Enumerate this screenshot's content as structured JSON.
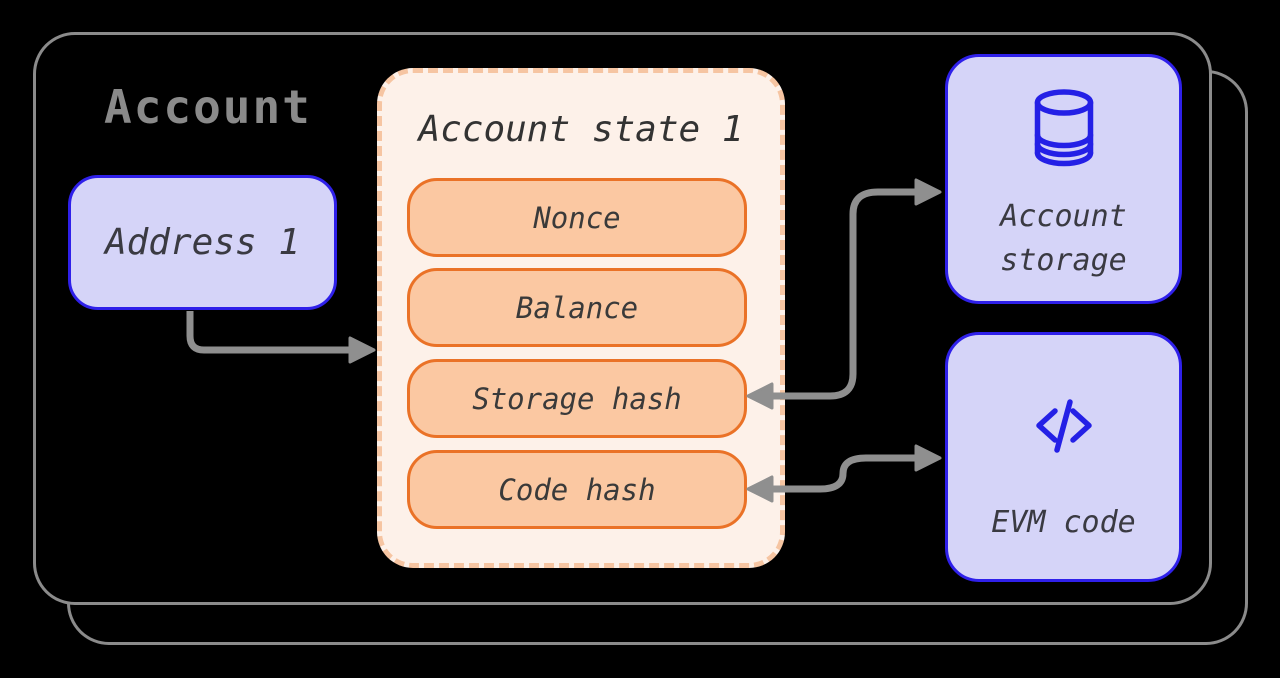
{
  "diagram": {
    "title": "Account",
    "address_box": {
      "label": "Address 1"
    },
    "state_panel": {
      "title": "Account state 1",
      "fields": [
        "Nonce",
        "Balance",
        "Storage hash",
        "Code hash"
      ]
    },
    "storage_box": {
      "line1": "Account",
      "line2": "storage",
      "icon": "database-icon"
    },
    "evm_box": {
      "label": "EVM code",
      "icon": "code-icon"
    },
    "connections": [
      "Address 1 -> Account state 1",
      "Account storage <-> Storage hash",
      "EVM code <-> Code hash"
    ],
    "colors": {
      "background": "#000000",
      "card_border": "#8b8b8b",
      "arrow": "#8f8f8f",
      "node_fill": "#d5d4f8",
      "node_border": "#2f20ea",
      "panel_fill": "#fdf1e9",
      "panel_border": "#f6c5a2",
      "pill_fill": "#fbc8a2",
      "pill_border": "#ea7227",
      "icon_blue": "#2420e6",
      "title_gray": "#8a8a8a",
      "text_dark": "#3a3a3a"
    }
  }
}
